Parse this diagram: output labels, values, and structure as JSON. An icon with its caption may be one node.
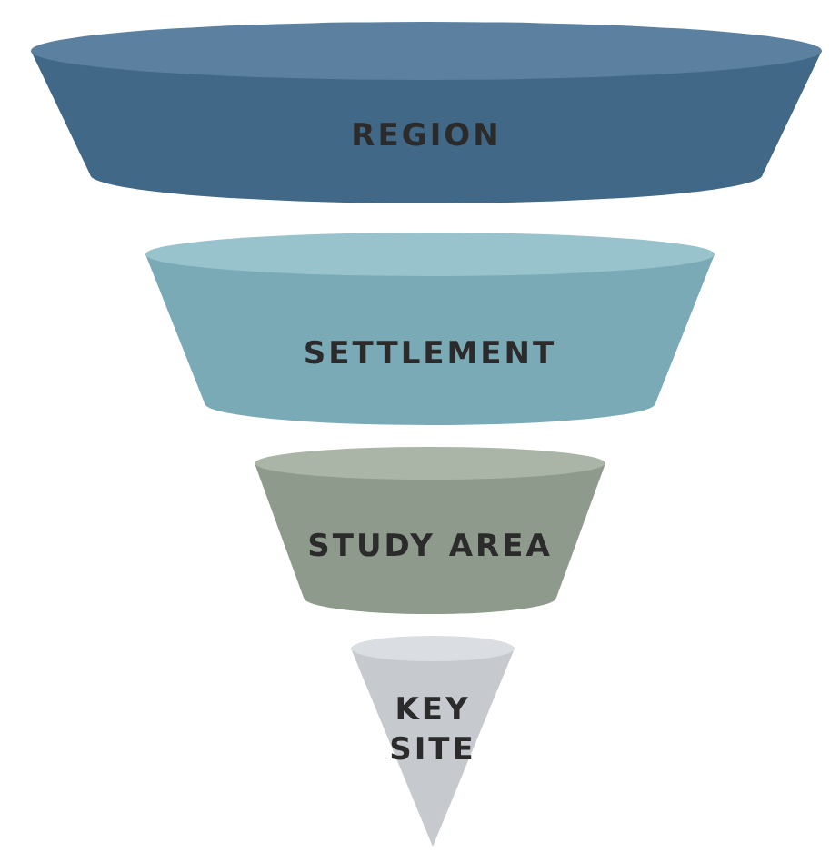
{
  "diagram": {
    "nodes": [
      {
        "text": [
          "REGION"
        ]
      },
      {
        "text": [
          "SETTLEMENT"
        ]
      },
      {
        "text": [
          "STUDY AREA"
        ]
      },
      {
        "text": [
          "KEY SITE"
        ]
      }
    ]
  }
}
